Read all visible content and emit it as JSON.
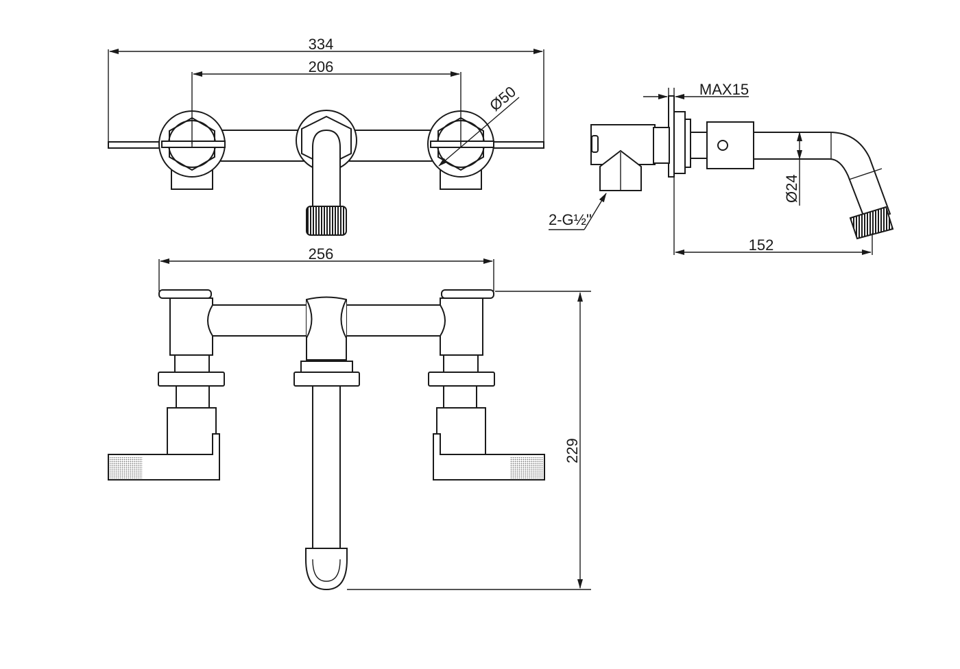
{
  "dimensions": {
    "overall_width": "334",
    "handle_spacing": "206",
    "handle_diameter": "Ø50",
    "wall_thickness": "MAX15",
    "spout_diameter": "Ø24",
    "inlet_thread": "2-G½\"",
    "spout_reach": "152",
    "front_width": "256",
    "height": "229"
  },
  "colors": {
    "line": "#1a1a1a",
    "background": "#ffffff"
  }
}
